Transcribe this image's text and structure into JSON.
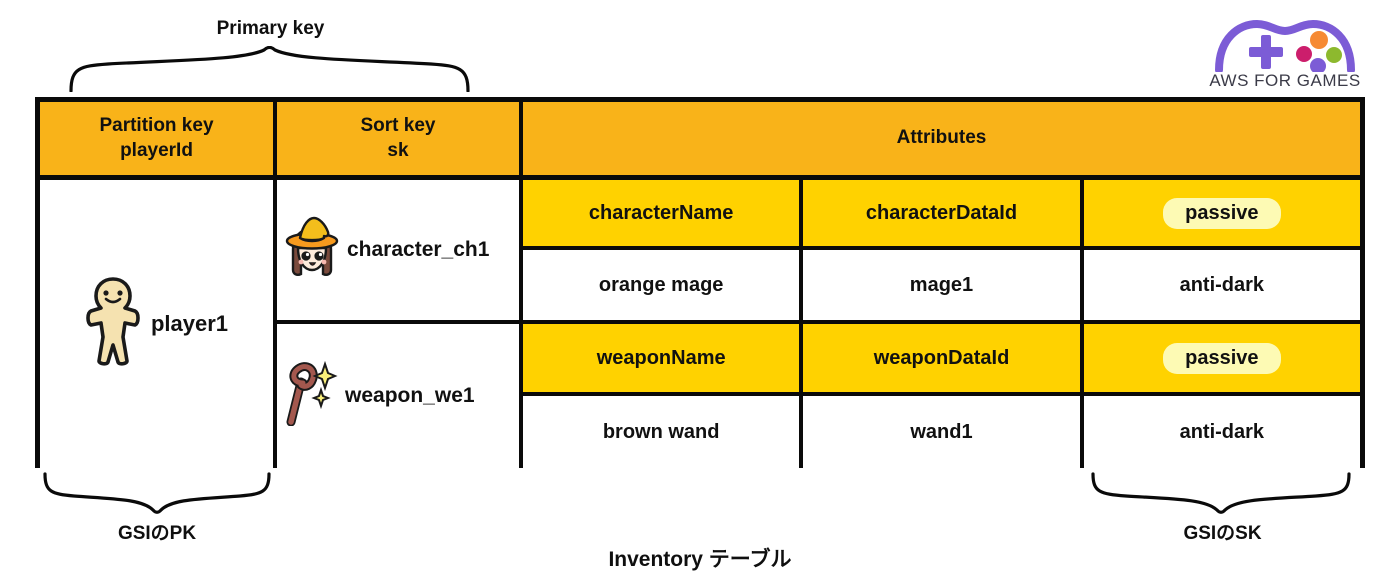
{
  "logo": {
    "name": "aws-for-games-logo",
    "text": "AWS FOR GAMES",
    "outline_color": "#7C5CD6",
    "dot_colors": [
      "#F68A33",
      "#CC1E6C",
      "#8DB92E",
      "#7C5CD6"
    ]
  },
  "annotations": {
    "primary_key": "Primary key",
    "gsi_pk": "GSIのPK",
    "gsi_sk": "GSIのSK",
    "caption": "Inventory テーブル"
  },
  "table": {
    "header_bg": "#F9B319",
    "attr_header_bg": "#FFD200",
    "highlight_bg": "#FDFAB4",
    "border_color": "#0A0A0A",
    "columns": [
      {
        "line1": "Partition key",
        "line2": "playerId"
      },
      {
        "line1": "Sort key",
        "line2": "sk"
      },
      {
        "line1": "Attributes",
        "line2": ""
      }
    ],
    "partition_key": {
      "icon": "standing-person-emoji",
      "value": "player1"
    },
    "items": [
      {
        "sort_key": {
          "icon": "mage-emoji",
          "value": "character_ch1"
        },
        "attributes": [
          {
            "name": "characterName",
            "value": "orange mage",
            "highlight": false
          },
          {
            "name": "characterDataId",
            "value": "mage1",
            "highlight": false
          },
          {
            "name": "passive",
            "value": "anti-dark",
            "highlight": true
          }
        ]
      },
      {
        "sort_key": {
          "icon": "magic-wand-emoji",
          "value": "weapon_we1"
        },
        "attributes": [
          {
            "name": "weaponName",
            "value": "brown wand",
            "highlight": false
          },
          {
            "name": "weaponDataId",
            "value": "wand1",
            "highlight": false
          },
          {
            "name": "passive",
            "value": "anti-dark",
            "highlight": true
          }
        ]
      }
    ]
  }
}
